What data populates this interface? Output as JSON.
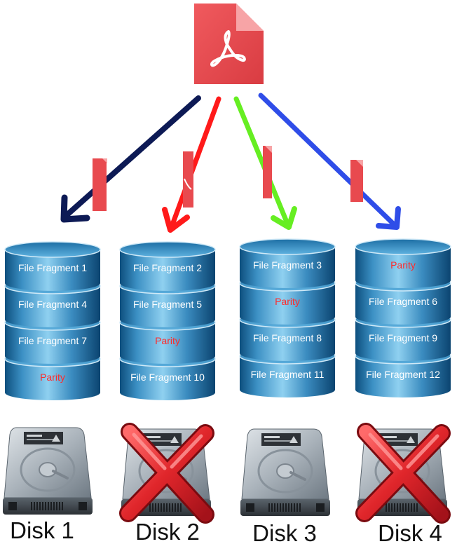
{
  "source_icon": "pdf-file-icon",
  "colors": {
    "pdf_red": "#e84a4f",
    "arrow_1": "#0d1a55",
    "arrow_2": "#ff1a1a",
    "arrow_3": "#66ee22",
    "arrow_4": "#2f4de8",
    "fragment_text": "#ffffff",
    "parity_text": "#ff2a2a",
    "fail_mark": "#e0262b"
  },
  "disks": [
    {
      "label": "Disk 1",
      "failed": false,
      "fragments": [
        "File Fragment 1",
        "File Fragment 4",
        "File Fragment 7",
        "Parity"
      ]
    },
    {
      "label": "Disk 2",
      "failed": true,
      "fragments": [
        "File Fragment 2",
        "File Fragment 5",
        "Parity",
        "File Fragment 10"
      ]
    },
    {
      "label": "Disk 3",
      "failed": false,
      "fragments": [
        "File Fragment 3",
        "Parity",
        "File Fragment 8",
        "File Fragment 11"
      ]
    },
    {
      "label": "Disk 4",
      "failed": true,
      "fragments": [
        "Parity",
        "File Fragment 6",
        "File Fragment 9",
        "File Fragment 12"
      ]
    }
  ]
}
